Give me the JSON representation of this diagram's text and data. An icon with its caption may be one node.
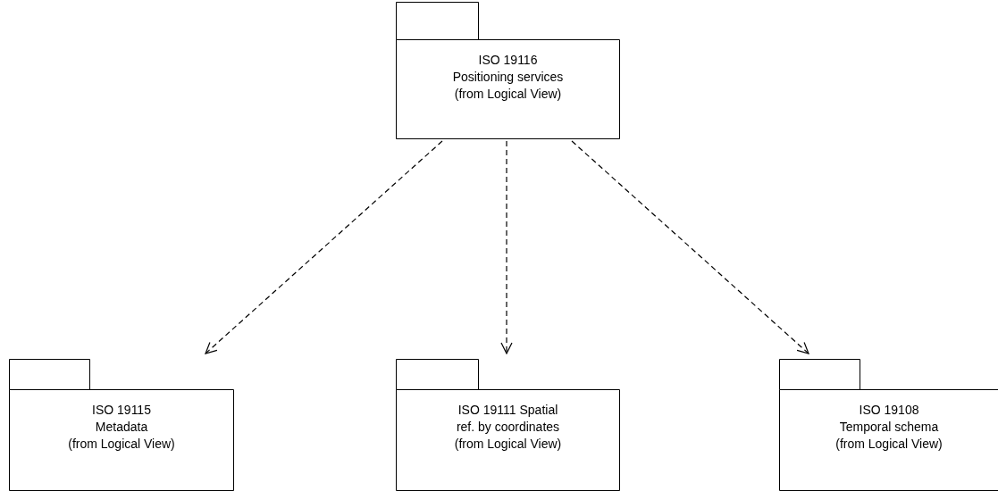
{
  "diagram": {
    "nodes": [
      {
        "text": [
          "ISO 19116 Positioning services",
          "(from Logical View)"
        ]
      },
      {
        "text": [
          "ISO 19115 Metadata",
          "(from Logical View)"
        ]
      },
      {
        "text": [
          "ISO 19111 Spatial ref. by coordinates",
          "(from Logical View)"
        ]
      },
      {
        "text": [
          "ISO 19108 Temporal schema",
          "(from Logical View)"
        ]
      }
    ],
    "edges": [
      {
        "from": 0,
        "to": 1,
        "arrow": "to",
        "style": "dashed"
      },
      {
        "from": 0,
        "to": 2,
        "arrow": "to",
        "style": "dashed"
      },
      {
        "from": 0,
        "to": 3,
        "arrow": "to",
        "style": "dashed"
      }
    ]
  }
}
